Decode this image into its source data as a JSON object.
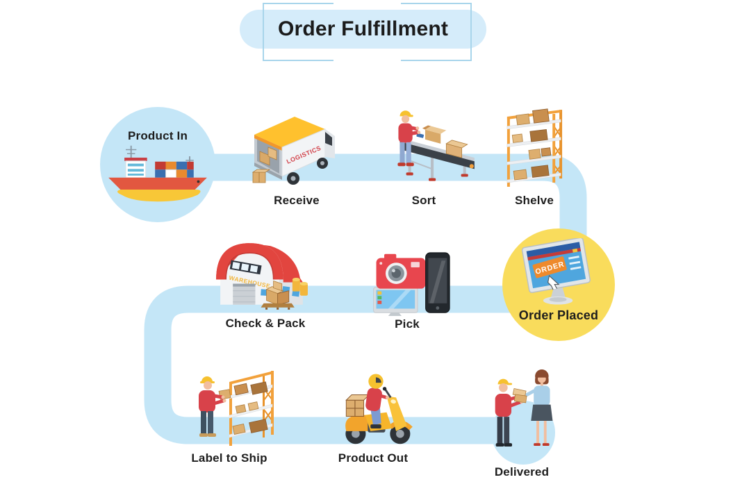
{
  "title": {
    "text": "Order Fulfillment"
  },
  "steps": [
    {
      "id": "product-in",
      "label": "Product In"
    },
    {
      "id": "receive",
      "label": "Receive"
    },
    {
      "id": "sort",
      "label": "Sort"
    },
    {
      "id": "shelve",
      "label": "Shelve"
    },
    {
      "id": "order-placed",
      "label": "Order Placed"
    },
    {
      "id": "pick",
      "label": "Pick"
    },
    {
      "id": "check-pack",
      "label": "Check & Pack"
    },
    {
      "id": "label-to-ship",
      "label": "Label to Ship"
    },
    {
      "id": "product-out",
      "label": "Product Out"
    },
    {
      "id": "delivered",
      "label": "Delivered"
    }
  ],
  "illustrations": {
    "truck_text": "LOGISTICS",
    "warehouse_text": "WAREHOUSE",
    "monitor_button_text": "ORDER"
  },
  "colors": {
    "path_blue": "#C4E6F7",
    "title_pill_blue": "#D5ECFA",
    "frame_line_blue": "#A8D5EB",
    "highlight_yellow": "#F9DC5C",
    "label_text": "#1D1D1D"
  }
}
